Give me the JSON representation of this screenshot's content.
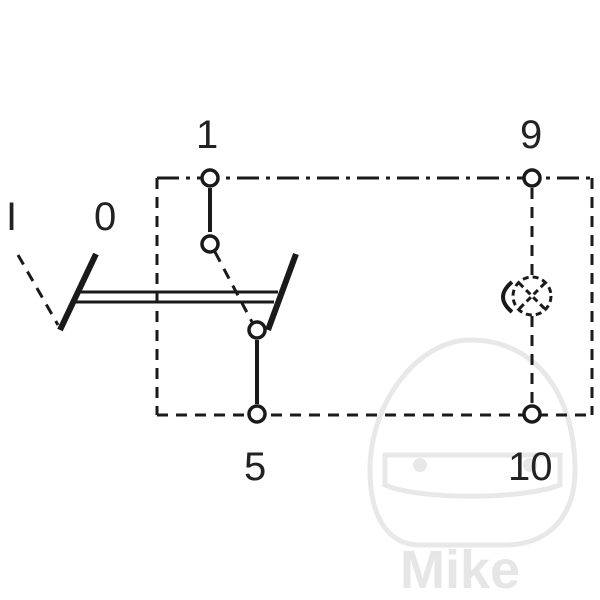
{
  "diagram": {
    "terminals": {
      "t1": "1",
      "t9": "9",
      "t5": "5",
      "t10": "10"
    },
    "positions": {
      "on": "I",
      "off": "0"
    }
  },
  "watermark": {
    "text": "Mike"
  }
}
